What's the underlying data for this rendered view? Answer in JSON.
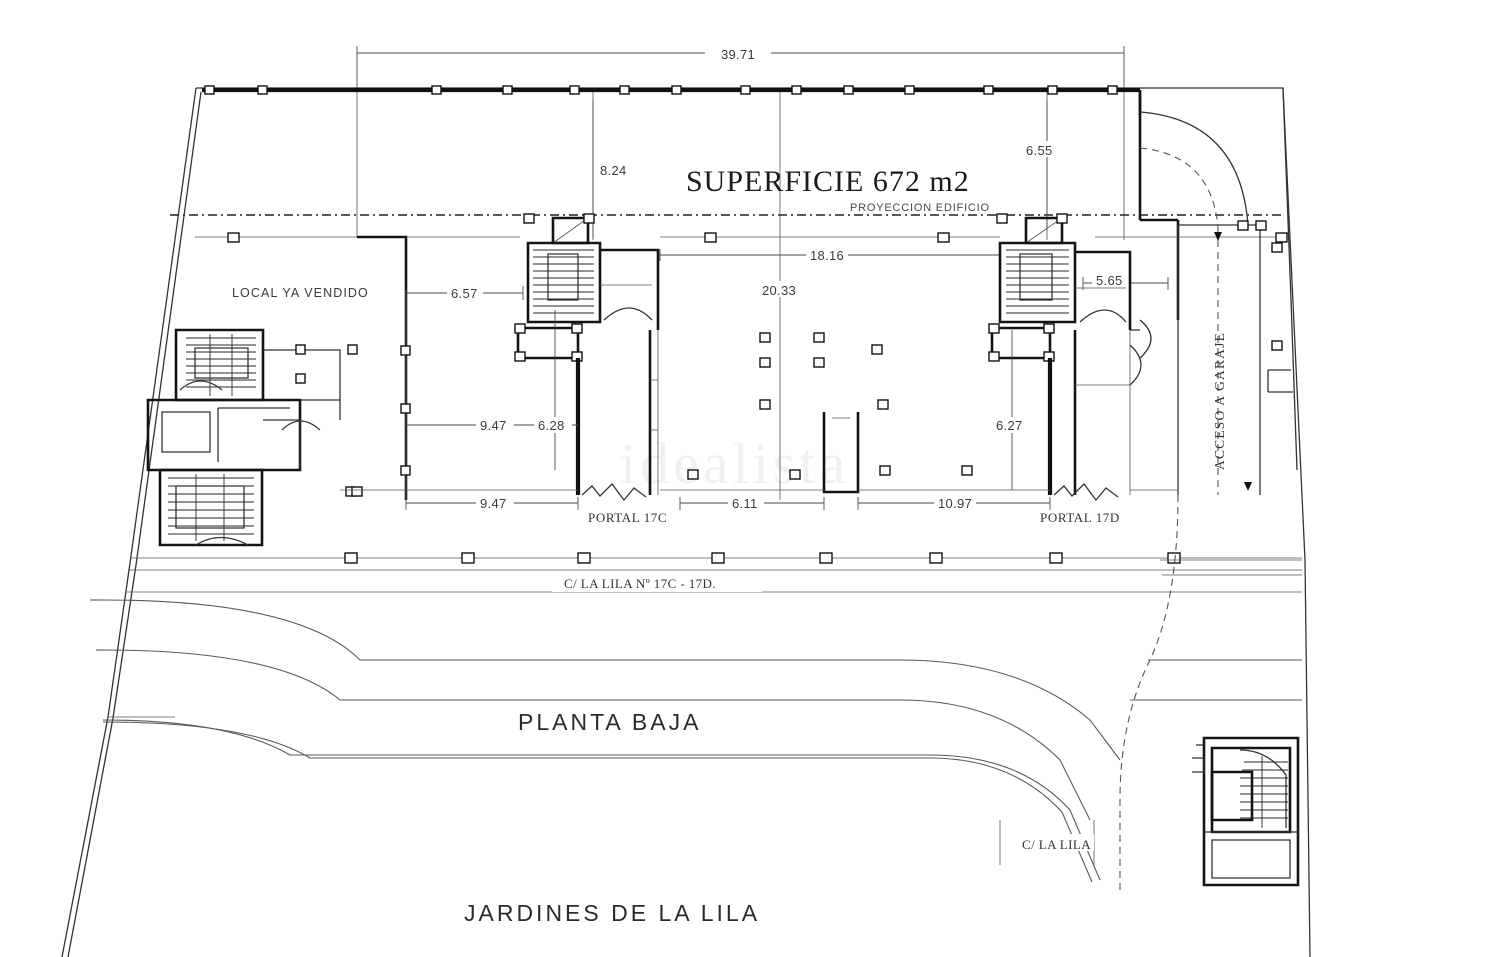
{
  "drawing": {
    "title": "SUPERFICIE  672 m2",
    "area_value": "672 m2",
    "projection_label": "PROYECCION  EDIFICIO",
    "floor_label": "PLANTA BAJA",
    "garden_label": "JARDINES DE LA LILA",
    "garage_access_label": "ACCESO A GARAJE",
    "sold_unit_label": "LOCAL YA VENDIDO"
  },
  "streets": {
    "main": "C/ LA LILA Nº 17C - 17D.",
    "side": "C/ LA LILA"
  },
  "portals": {
    "left": "PORTAL 17C",
    "right": "PORTAL 17D"
  },
  "dimensions": {
    "top_overall": "39.71",
    "bay_824": "8.24",
    "bay_655": "6.55",
    "span_1816": "18.16",
    "span_2033": "20.33",
    "dim_657": "6.57",
    "dim_565": "5.65",
    "dim_947_upper": "9.47",
    "dim_628": "6.28",
    "dim_627": "6.27",
    "dim_947_lower": "9.47",
    "dim_611": "6.11",
    "dim_1097": "10.97"
  },
  "colors": {
    "ink": "#111111",
    "paper": "#ffffff",
    "dim_gray": "#4a4a4a"
  }
}
